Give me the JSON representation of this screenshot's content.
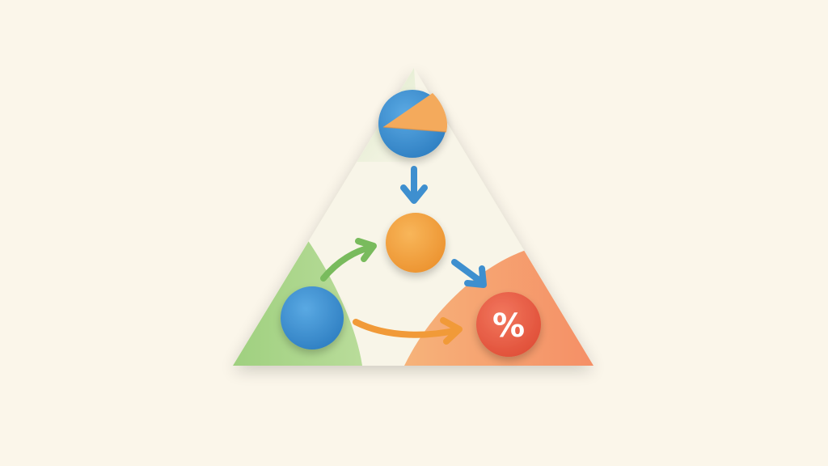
{
  "colors": {
    "background": "#fbf6ea",
    "triangle_fill": "#f8f5e8",
    "green_region": "#9fd07f",
    "orange_region": "#f6a66f",
    "blue_node": "#3d8fd0",
    "orange_node": "#f2a03c",
    "red_node": "#ec5f46",
    "blue_arrow": "#3e8fcf",
    "green_arrow": "#79bb5d",
    "orange_arrow": "#f19a38"
  },
  "diagram": {
    "nodes": [
      {
        "id": "pie-node",
        "icon": "pie-chart-icon"
      },
      {
        "id": "middle-node",
        "icon": "orange-circle"
      },
      {
        "id": "left-node",
        "icon": "blue-circle"
      },
      {
        "id": "percent-node",
        "icon": "percent-icon",
        "label": "%"
      }
    ],
    "edges": [
      {
        "from": "pie-node",
        "to": "middle-node",
        "color": "blue"
      },
      {
        "from": "left-node",
        "to": "middle-node",
        "color": "green"
      },
      {
        "from": "middle-node",
        "to": "percent-node",
        "color": "blue"
      },
      {
        "from": "left-node",
        "to": "percent-node",
        "color": "orange"
      }
    ]
  }
}
